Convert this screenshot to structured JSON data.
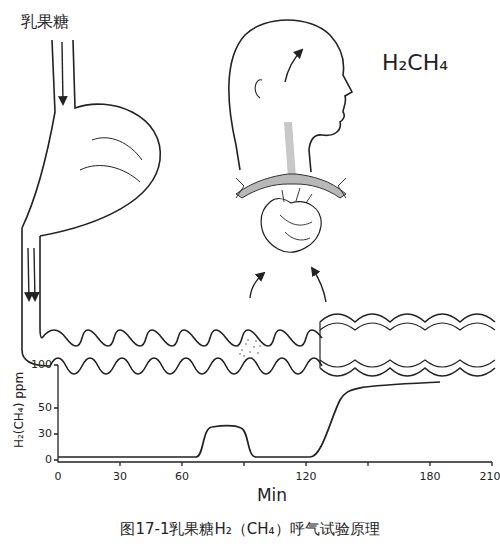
{
  "diagram": {
    "caption": "图17-1乳果糖H₂（CH₄）呼气试验原理",
    "labels": [
      "乳果糖",
      "H₂CH₄",
      "100",
      "50",
      "30",
      "0",
      "0",
      "30",
      "60",
      "120",
      "180",
      "210",
      "H₂(CH₄) ppm",
      "Min"
    ]
  }
}
